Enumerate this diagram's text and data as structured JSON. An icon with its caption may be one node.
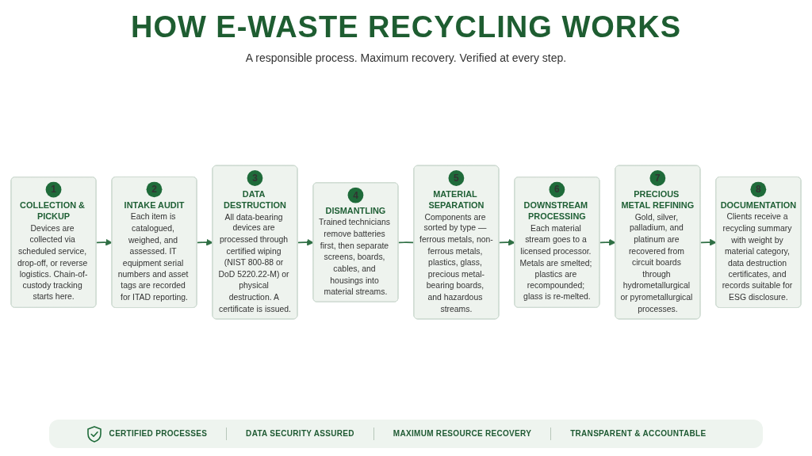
{
  "diagram": {
    "title": "HOW E-WASTE RECYCLING WORKS",
    "nodes": [
      {
        "text": [
          "1",
          "COLLECTION & PICKUP",
          "Devices are collected via scheduled service, drop-off, or reverse logistics. Chain-of-custody tracking starts here."
        ]
      },
      {
        "text": [
          "2",
          "INTAKE AUDIT",
          "Each item is catalogued, weighed, and assessed. IT equipment serial numbers and asset tags are recorded for ITAD reporting."
        ]
      },
      {
        "text": [
          "3",
          "DATA DESTRUCTION",
          "All data-bearing devices are processed through certified wiping (NIST 800-88 or DoD 5220.22-M) or physical destruction. A certificate is issued."
        ]
      },
      {
        "text": [
          "4",
          "DISMANTLING",
          "Trained technicians remove batteries first, then separate screens, boards, cables, and housings into material streams."
        ]
      },
      {
        "text": [
          "5",
          "MATERIAL SEPARATION",
          "Components are sorted by type — ferrous metals, non-ferrous metals, plastics, glass, precious metal-bearing boards, and hazardous streams."
        ]
      },
      {
        "text": [
          "6",
          "DOWNSTREAM PROCESSING",
          "Each material stream goes to a licensed processor. Metals are smelted; plastics are recompounded; glass is re-melted."
        ]
      },
      {
        "text": [
          "7",
          "PRECIOUS METAL REFINING",
          "Gold, silver, palladium, and platinum are recovered from circuit boards through hydrometallurgical or pyrometallurgical processes."
        ]
      },
      {
        "text": [
          "8",
          "DOCUMENTATION",
          "Clients receive a recycling summary with weight by material category, data destruction certificates, and records suitable for ESG disclosure."
        ]
      }
    ],
    "edges": [
      {
        "from": 0,
        "to": 1,
        "arrow": "to"
      },
      {
        "from": 1,
        "to": 2,
        "arrow": "to"
      },
      {
        "from": 2,
        "to": 3,
        "arrow": "to"
      },
      {
        "from": 3,
        "to": 4,
        "arrow": "none"
      },
      {
        "from": 4,
        "to": 5,
        "arrow": "to"
      },
      {
        "from": 5,
        "to": 6,
        "arrow": "to"
      },
      {
        "from": 6,
        "to": 7,
        "arrow": "to"
      }
    ],
    "labels": [
      "A responsible process. Maximum recovery. Verified at every step.",
      "CERTIFIED PROCESSES",
      "DATA SECURITY ASSURED",
      "MAXIMUM RESOURCE RECOVERY",
      "TRANSPARENT & ACCOUNTABLE"
    ]
  }
}
